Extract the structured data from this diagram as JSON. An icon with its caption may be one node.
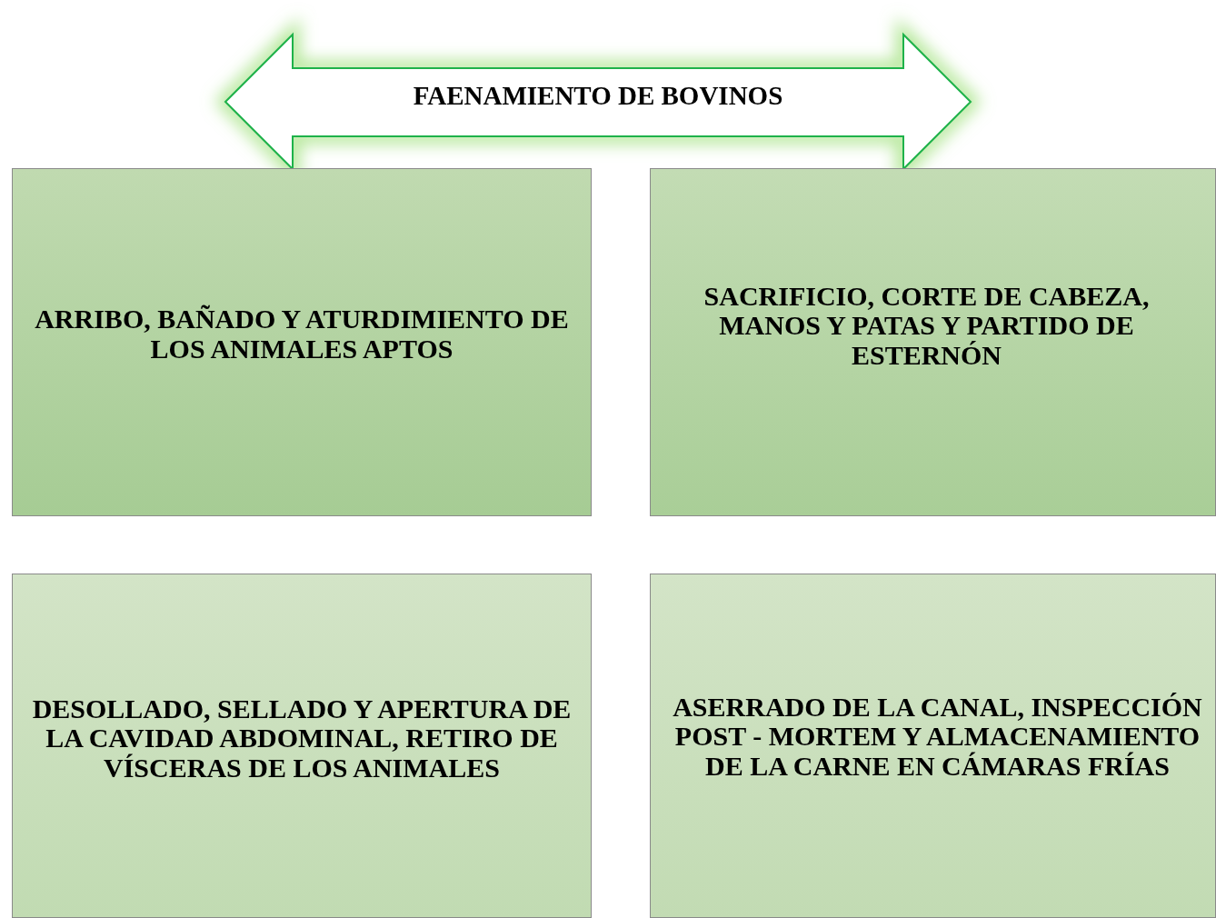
{
  "diagram": {
    "nodes": [
      {
        "text": [
          "FAENAMIENTO DE BOVINOS"
        ]
      },
      {
        "text": [
          "ARRIBO, BAÑADO Y ATURDIMIENTO DE LOS ANIMALES APTOS"
        ]
      },
      {
        "text": [
          "SACRIFICIO, CORTE DE CABEZA, MANOS Y PATAS Y PARTIDO DE ESTERNÓN"
        ]
      },
      {
        "text": [
          "DESOLLADO, SELLADO Y APERTURA DE LA CAVIDAD ABDOMINAL, RETIRO DE VÍSCERAS DE LOS ANIMALES"
        ]
      },
      {
        "text": [
          "ASERRADO DE LA CANAL, INSPECCIÓN POST - MORTEM Y ALMACENAMIENTO DE LA CARNE EN CÁMARAS FRÍAS"
        ]
      }
    ]
  }
}
